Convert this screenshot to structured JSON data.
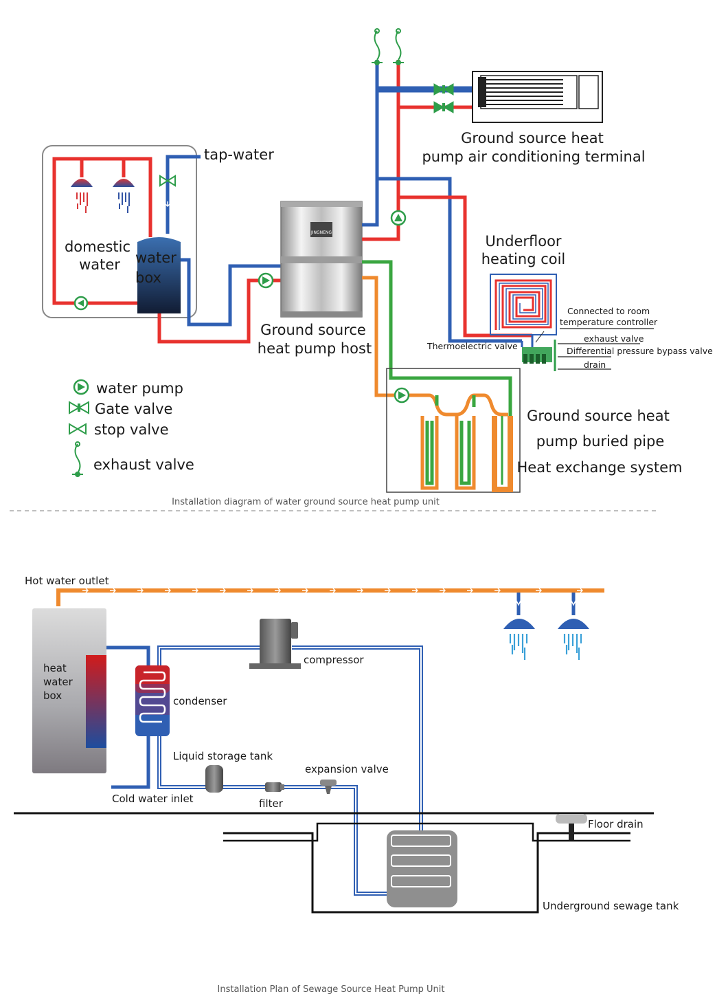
{
  "top": {
    "tap_water": "tap-water",
    "domestic_water": [
      "domestic",
      "water"
    ],
    "water_box": [
      "water",
      "box"
    ],
    "host_label": [
      "Ground source",
      "heat pump host"
    ],
    "terminal_label": [
      "Ground source heat",
      "pump air conditioning terminal"
    ],
    "underfloor_label": [
      "Underfloor",
      "heating coil"
    ],
    "room_controller": [
      "Connected to room",
      "temperature controller"
    ],
    "exhaust_valve": "exhaust valve",
    "bypass_valve": "Differential pressure bypass valve",
    "drain": "drain",
    "thermo_valve": "Thermoelectric valve",
    "buried_label": [
      "Ground source heat",
      "pump buried pipe",
      "Heat exchange system"
    ],
    "host_brand": "JINGNENG",
    "caption": "Installation diagram of water ground source heat pump unit"
  },
  "legend": {
    "water_pump": "water pump",
    "gate_valve": "Gate valve",
    "stop_valve": "stop valve",
    "exhaust_valve": "exhaust valve"
  },
  "bottom": {
    "hot_water_outlet": "Hot water outlet",
    "heat_water_box": [
      "heat",
      "water",
      "box"
    ],
    "compressor": "compressor",
    "condenser": "condenser",
    "liquid_tank": "Liquid storage tank",
    "expansion_valve": "expansion valve",
    "filter": "filter",
    "cold_water_inlet": "Cold water inlet",
    "floor_drain": "Floor drain",
    "sewage_tank": "Underground sewage tank",
    "caption": "Installation Plan of Sewage Source Heat Pump Unit"
  },
  "colors": {
    "hot": "#e8322e",
    "cold": "#2f5fb3",
    "ground": "#3aa640",
    "ground_return": "#ef8a2e",
    "valve": "#2e9d4a"
  }
}
